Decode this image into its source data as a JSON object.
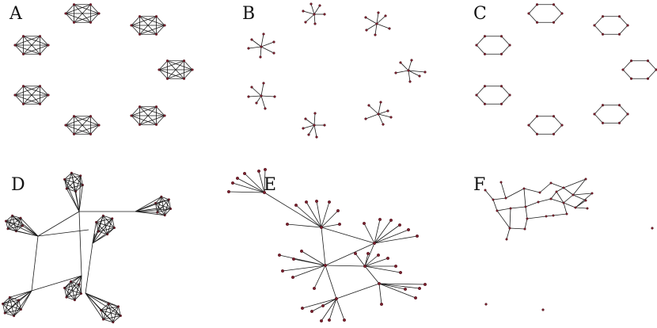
{
  "panels": [
    {
      "id": "A",
      "label": "A"
    },
    {
      "id": "B",
      "label": "B"
    },
    {
      "id": "C",
      "label": "C"
    },
    {
      "id": "D",
      "label": "D"
    },
    {
      "id": "E",
      "label": "E"
    },
    {
      "id": "F",
      "label": "F"
    }
  ],
  "colors": {
    "node": "#7a1e2c",
    "edge": "#1a1a1a",
    "label": "#111111",
    "background": "#ffffff"
  }
}
